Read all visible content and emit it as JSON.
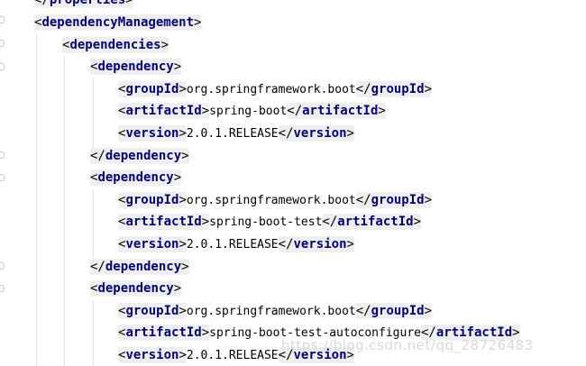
{
  "editor": {
    "lines": [
      {
        "close": "properties"
      },
      {
        "open": "dependencyManagement"
      },
      {
        "open": "dependencies"
      },
      {
        "open": "dependency"
      },
      {
        "tag": "groupId",
        "value": "org.springframework.boot"
      },
      {
        "tag": "artifactId",
        "value": "spring-boot"
      },
      {
        "tag": "version",
        "value": "2.0.1.RELEASE"
      },
      {
        "close": "dependency"
      },
      {
        "open": "dependency"
      },
      {
        "tag": "groupId",
        "value": "org.springframework.boot"
      },
      {
        "tag": "artifactId",
        "value": "spring-boot-test"
      },
      {
        "tag": "version",
        "value": "2.0.1.RELEASE"
      },
      {
        "close": "dependency"
      },
      {
        "open": "dependency"
      },
      {
        "tag": "groupId",
        "value": "org.springframework.boot"
      },
      {
        "tag": "artifactId",
        "value": "spring-boot-test-autoconfigure"
      },
      {
        "tag": "version",
        "value": "2.0.1.RELEASE"
      }
    ]
  },
  "watermark": "https://blog.csdn.net/qq_28726483"
}
